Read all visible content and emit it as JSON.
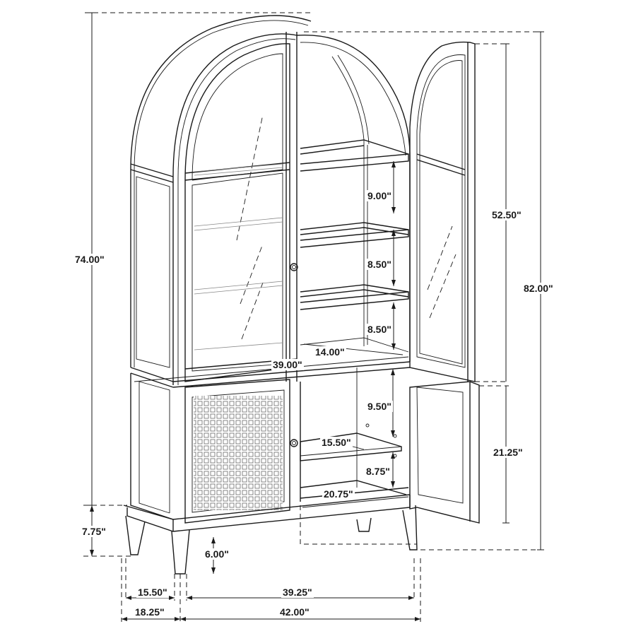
{
  "diagram": {
    "subject": "Arched display cabinet with glass doors",
    "units": "inches",
    "dimensions": {
      "overall_height_body": "74.00\"",
      "overall_height_open_door": "82.00\"",
      "upper_door_height": "52.50\"",
      "lower_door_height": "21.25\"",
      "shelf_gap_1": "9.00\"",
      "shelf_gap_2": "8.50\"",
      "shelf_gap_3": "8.50\"",
      "upper_interior_depth": "14.00\"",
      "upper_width": "39.00\"",
      "lower_shelf_gap_top": "9.50\"",
      "lower_shelf_depth": "15.50\"",
      "lower_shelf_gap_bottom": "8.75\"",
      "lower_interior_width": "20.75\"",
      "base_height": "7.75\"",
      "floor_clearance": "6.00\"",
      "leg_depth": "15.50\"",
      "leg_width": "39.25\"",
      "overall_depth": "18.25\"",
      "overall_width": "42.00\""
    },
    "colors": {
      "line": "#1a1a1a",
      "background": "#ffffff"
    }
  }
}
